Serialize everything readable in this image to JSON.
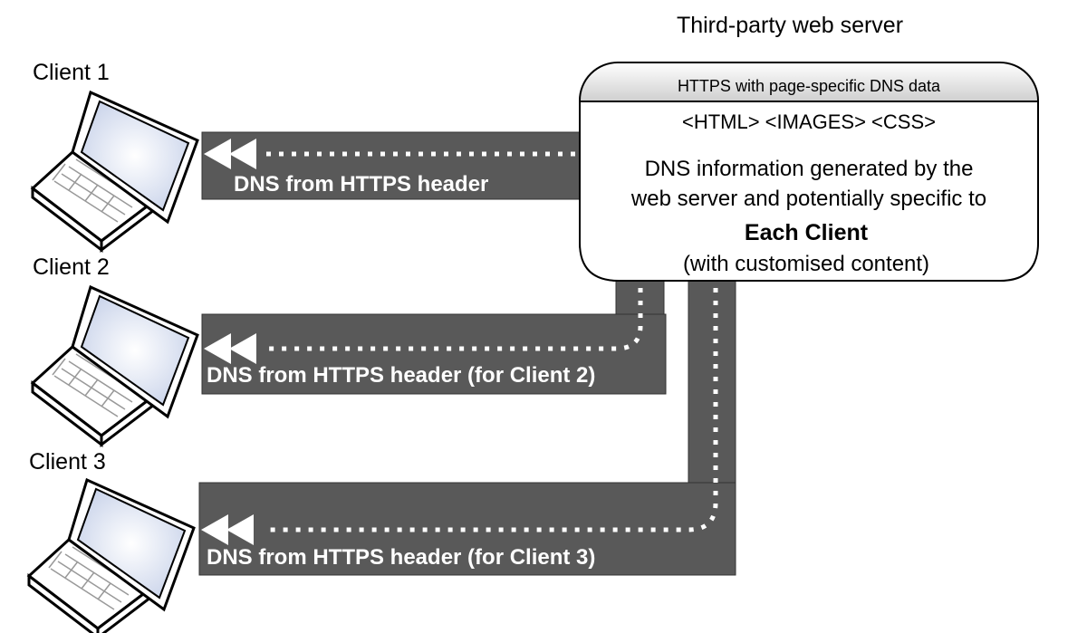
{
  "server": {
    "title": "Third-party web server",
    "header": "HTTPS with page-specific DNS data",
    "content_types": "<HTML> <IMAGES> <CSS>",
    "desc_line1": "DNS information generated by the",
    "desc_line2": "web server and potentially specific to",
    "desc_bold": "Each Client",
    "desc_line4": "(with customised content)"
  },
  "clients": [
    {
      "label": "Client 1",
      "arrow_label": "DNS from HTTPS header"
    },
    {
      "label": "Client 2",
      "arrow_label": "DNS from HTTPS header (for Client 2)"
    },
    {
      "label": "Client 3",
      "arrow_label": "DNS from HTTPS header (for Client 3)"
    }
  ],
  "colors": {
    "arrow": "#595959",
    "screen": "#d8dff0"
  }
}
